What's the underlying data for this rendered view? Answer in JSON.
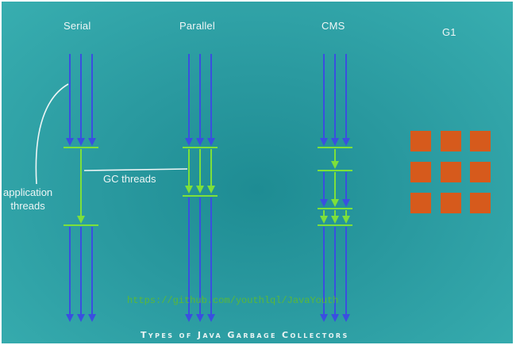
{
  "columns": {
    "serial": "Serial",
    "parallel": "Parallel",
    "cms": "CMS",
    "g1": "G1"
  },
  "labels": {
    "application_threads_line1": "application",
    "application_threads_line2": "threads",
    "gc_threads": "GC threads"
  },
  "watermark": "https://github.com/youthlql/JavaYouth",
  "caption": "Types of Java Garbage Collectors",
  "colors": {
    "application_thread": "#3a4fe0",
    "gc_thread": "#7de03a",
    "g1_region": "#d65a1c",
    "background": "#2a9aa0"
  },
  "g1_regions": {
    "rows": 3,
    "cols": 3
  }
}
